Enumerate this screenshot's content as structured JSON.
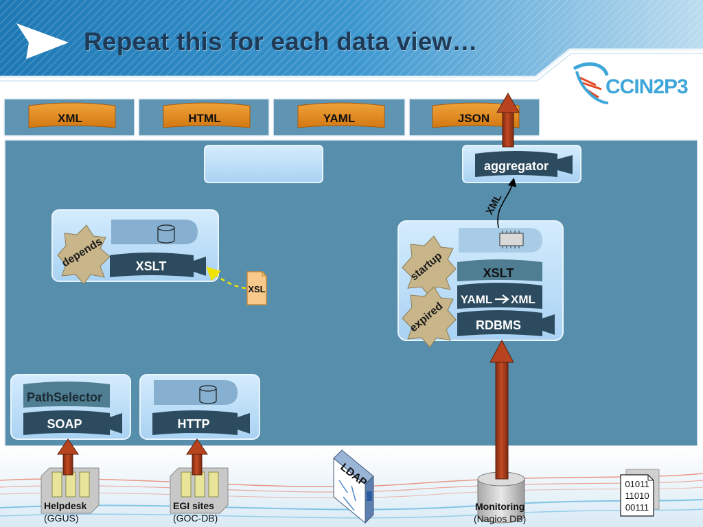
{
  "slide": {
    "title": "Repeat this for each data view…"
  },
  "logo": {
    "text": "CCIN2P3"
  },
  "formats": [
    "XML",
    "HTML",
    "YAML",
    "JSON"
  ],
  "aggregator": {
    "label": "aggregator",
    "link_label": "XML"
  },
  "left_group": {
    "tag": "depends",
    "engine": "XSLT"
  },
  "xsl_file": {
    "label": "XSL"
  },
  "right_group": {
    "tags": [
      "startup",
      "expired"
    ],
    "stack": [
      "XSLT",
      "YAML",
      "XML",
      "RDBMS"
    ]
  },
  "sources": {
    "soap": {
      "top": "PathSelector",
      "bottom": "SOAP"
    },
    "http": {
      "bottom": "HTTP"
    }
  },
  "providers": {
    "helpdesk": {
      "name": "Helpdesk",
      "sub": "(GGUS)"
    },
    "egi": {
      "name": "EGI sites",
      "sub": "(GOC-DB)"
    },
    "ldap": {
      "label": "LDAP"
    },
    "monitoring": {
      "name": "Monitoring",
      "sub": "(Nagios DB)"
    },
    "binary": {
      "lines": [
        "01011",
        "11010",
        "00111"
      ]
    }
  },
  "colors": {
    "panel": "#568eab",
    "box_fill": "#bfe0fa",
    "dark_block": "#2c4a5c",
    "orange": "#e38a1a",
    "arrow": "#a6391a"
  }
}
